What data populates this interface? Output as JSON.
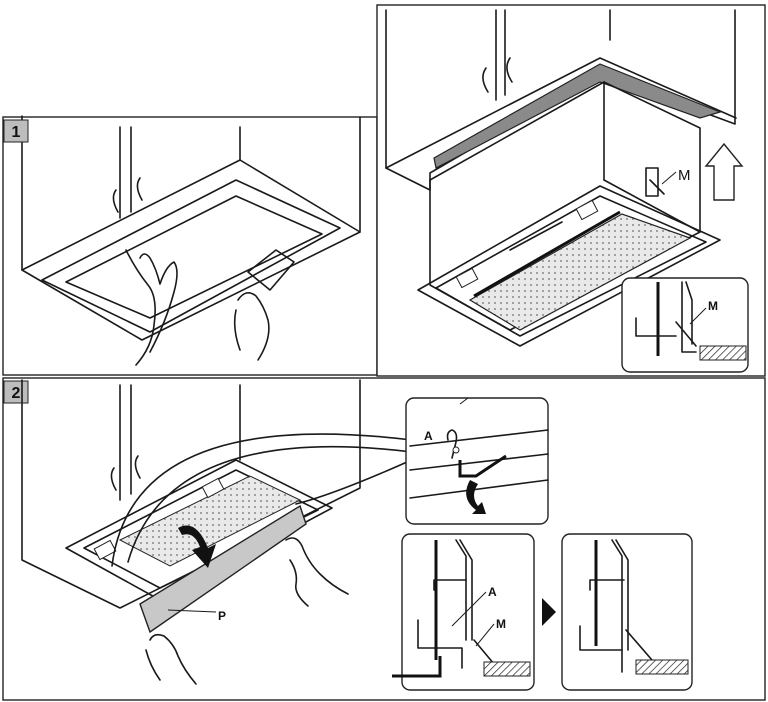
{
  "steps": {
    "step1": "1",
    "step2": "2"
  },
  "labels": {
    "m_hood": "M",
    "m_inset_top": "M",
    "a_detail": "A",
    "a_inset": "A",
    "m_inset_bottom": "M",
    "p_filter": "P"
  },
  "icons": {
    "arrow_up": "up-arrow-icon",
    "arrow_rotate": "rotate-arrow-icon",
    "arrow_next": "right-triangle-icon",
    "arrow_tilt": "tilt-down-arrow-icon"
  }
}
